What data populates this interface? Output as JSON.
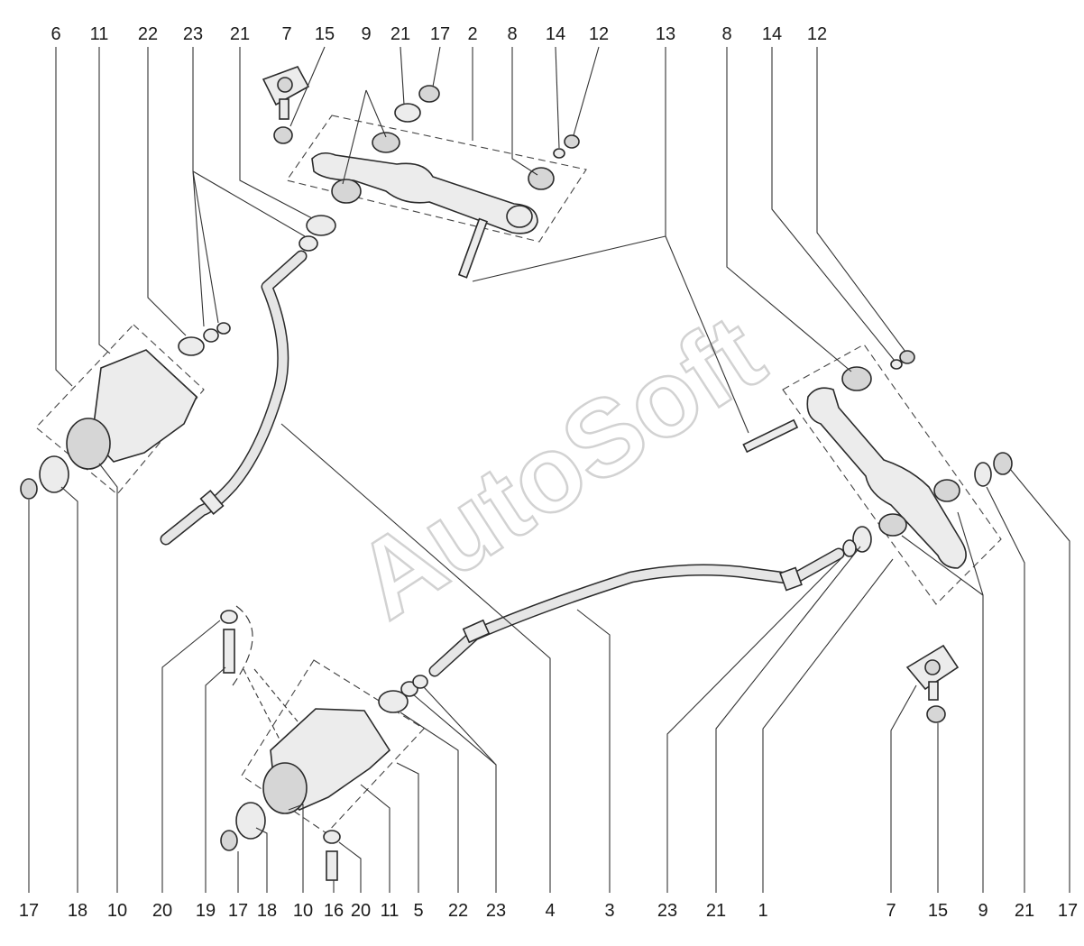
{
  "watermark": "AutoSoft",
  "callouts_top": [
    "6",
    "11",
    "22",
    "23",
    "21",
    "7",
    "15",
    "9",
    "21",
    "17",
    "2",
    "8",
    "14",
    "12",
    "13",
    "8",
    "14",
    "12"
  ],
  "callouts_bottom": [
    "17",
    "18",
    "10",
    "20",
    "19",
    "17",
    "18",
    "10",
    "16",
    "20",
    "11",
    "5",
    "22",
    "23",
    "4",
    "3",
    "23",
    "21",
    "1",
    "7",
    "15",
    "9",
    "21",
    "17"
  ],
  "colors": {
    "ink": "#1a1a1a",
    "part_fill": "#ececec",
    "watermark": "#d2d2d2"
  }
}
